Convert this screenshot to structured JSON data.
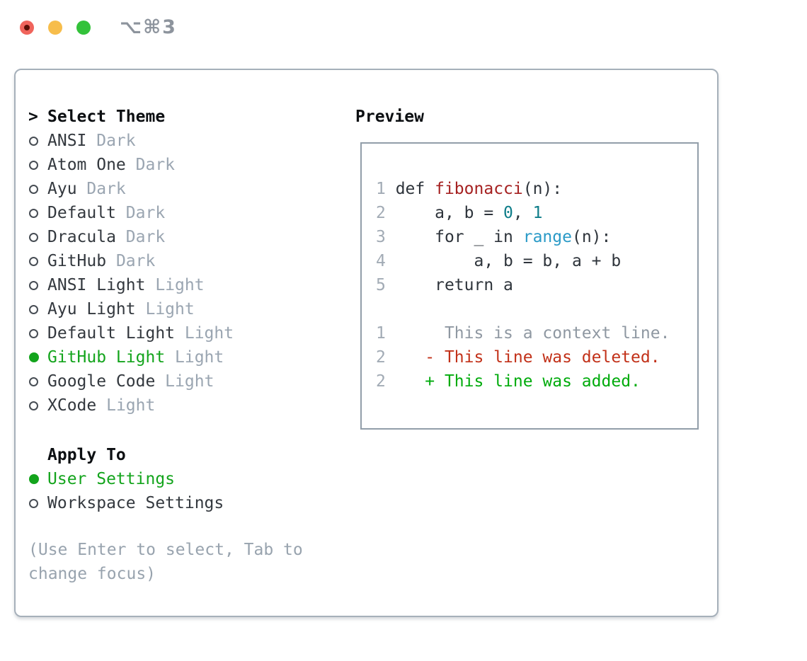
{
  "window": {
    "shortcut_label": "⌥⌘3",
    "controls": [
      {
        "name": "close-button",
        "color": "#f0645c"
      },
      {
        "name": "minimize-button",
        "color": "#f7bd4b"
      },
      {
        "name": "zoom-button",
        "color": "#33c23a"
      }
    ]
  },
  "theme_section": {
    "cursor": ">",
    "title": "Select Theme",
    "items": [
      {
        "name": "ANSI",
        "variant": "Dark",
        "selected": false
      },
      {
        "name": "Atom One",
        "variant": "Dark",
        "selected": false
      },
      {
        "name": "Ayu",
        "variant": "Dark",
        "selected": false
      },
      {
        "name": "Default",
        "variant": "Dark",
        "selected": false
      },
      {
        "name": "Dracula",
        "variant": "Dark",
        "selected": false
      },
      {
        "name": "GitHub",
        "variant": "Dark",
        "selected": false
      },
      {
        "name": "ANSI Light",
        "variant": "Light",
        "selected": false
      },
      {
        "name": "Ayu Light",
        "variant": "Light",
        "selected": false
      },
      {
        "name": "Default Light",
        "variant": "Light",
        "selected": false
      },
      {
        "name": "GitHub Light",
        "variant": "Light",
        "selected": true
      },
      {
        "name": "Google Code",
        "variant": "Light",
        "selected": false
      },
      {
        "name": "XCode",
        "variant": "Light",
        "selected": false
      }
    ]
  },
  "apply_section": {
    "title": "Apply To",
    "items": [
      {
        "name": "User Settings",
        "variant": "",
        "selected": true
      },
      {
        "name": "Workspace Settings",
        "variant": "",
        "selected": false
      }
    ]
  },
  "help_text": "(Use Enter to select, Tab to change focus)",
  "preview": {
    "title": "Preview",
    "code_lines": [
      {
        "num": "1",
        "segs": [
          {
            "t": " def ",
            "c": "plain"
          },
          {
            "t": "fibonacci",
            "c": "func"
          },
          {
            "t": "(n):",
            "c": "plain"
          }
        ]
      },
      {
        "num": "2",
        "segs": [
          {
            "t": "     a, b = ",
            "c": "plain"
          },
          {
            "t": "0",
            "c": "number"
          },
          {
            "t": ", ",
            "c": "plain"
          },
          {
            "t": "1",
            "c": "number"
          }
        ]
      },
      {
        "num": "3",
        "segs": [
          {
            "t": "     for _ in ",
            "c": "plain"
          },
          {
            "t": "range",
            "c": "builtin"
          },
          {
            "t": "(n):",
            "c": "plain"
          }
        ]
      },
      {
        "num": "4",
        "segs": [
          {
            "t": "         a, b = b, a + b",
            "c": "plain"
          }
        ]
      },
      {
        "num": "5",
        "segs": [
          {
            "t": "     return a",
            "c": "plain"
          }
        ]
      },
      {
        "num": "",
        "segs": []
      },
      {
        "num": "1",
        "segs": [
          {
            "t": "      This is a context line.",
            "c": "context"
          }
        ]
      },
      {
        "num": "2",
        "segs": [
          {
            "t": "    - This line was deleted.",
            "c": "deleted"
          }
        ]
      },
      {
        "num": "2",
        "segs": [
          {
            "t": "    + This line was added.",
            "c": "added"
          }
        ]
      }
    ]
  },
  "colors": {
    "accent_green": "#13a41c",
    "variant_gray": "#9aa5b1",
    "help_gray": "#98a3ae",
    "function_red": "#a52121",
    "number_teal": "#0e7d89",
    "builtin_blue": "#2a9ac7",
    "deleted_red": "#c23119",
    "added_green": "#00ab0c",
    "panel_border": "#a6b0ba"
  }
}
